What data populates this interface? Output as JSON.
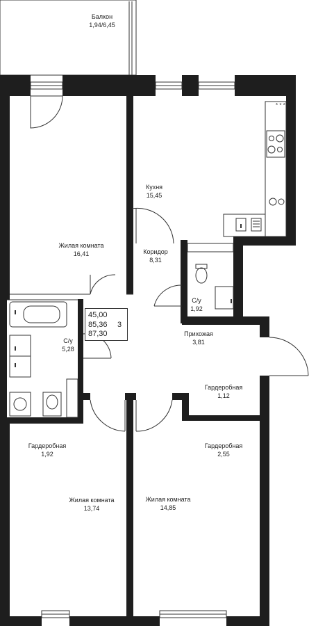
{
  "rooms": {
    "balcony": {
      "name": "Балкон",
      "area": "1,94/6,45"
    },
    "kitchen": {
      "name": "Кухня",
      "area": "15,45"
    },
    "living1": {
      "name": "Жилая комната",
      "area": "16,41"
    },
    "corridor": {
      "name": "Коридор",
      "area": "8,31"
    },
    "wc_small": {
      "name": "С/у",
      "area": "1,92"
    },
    "bath": {
      "name": "С/у",
      "area": "5,28"
    },
    "hall": {
      "name": "Прихожая",
      "area": "3,81"
    },
    "wardrobe1": {
      "name": "Гардеробная",
      "area": "1,12"
    },
    "wardrobe2": {
      "name": "Гардеробная",
      "area": "1,92"
    },
    "wardrobe3": {
      "name": "Гардеробная",
      "area": "2,55"
    },
    "living2": {
      "name": "Жилая комната",
      "area": "13,74"
    },
    "living3": {
      "name": "Жилая комната",
      "area": "14,85"
    }
  },
  "summary": {
    "areas": [
      "45,00",
      "85,36",
      "87,30"
    ],
    "rooms_count": "3"
  },
  "colors": {
    "wall": "#1e1e1e",
    "line": "#333333",
    "background": "#ffffff"
  }
}
